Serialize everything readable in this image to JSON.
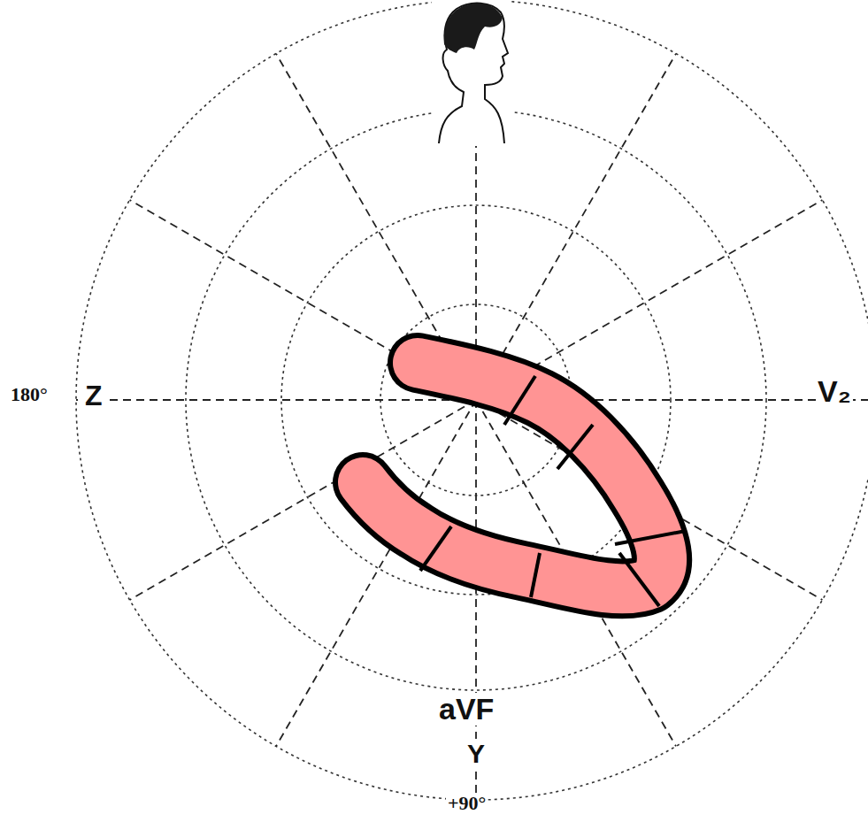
{
  "diagram": {
    "labels": [
      "180°",
      "Z",
      "V₂",
      "aVF",
      "Y",
      "+90°"
    ]
  }
}
